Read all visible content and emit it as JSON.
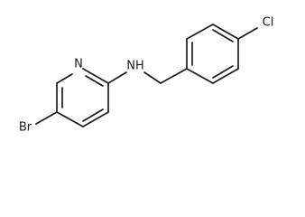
{
  "molecule": {
    "atoms": {
      "pyridine_nitrogen": "N",
      "amine": "NH",
      "bromine": "Br",
      "chlorine": "Cl"
    }
  }
}
